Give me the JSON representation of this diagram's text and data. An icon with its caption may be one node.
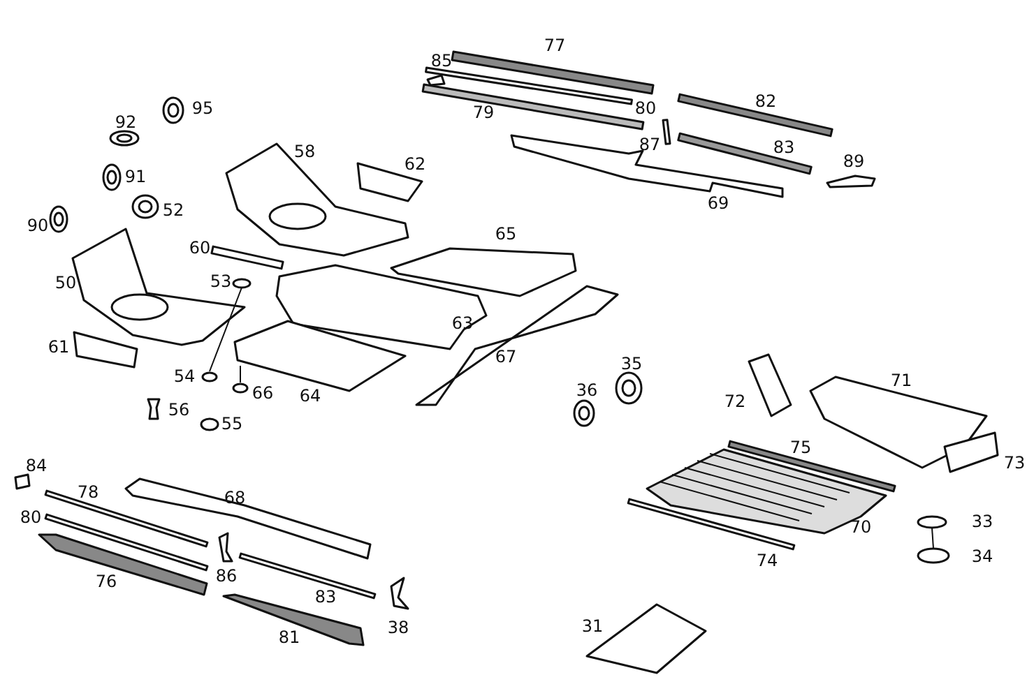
{
  "diagram": {
    "labels": [
      "77",
      "85",
      "80",
      "79",
      "82",
      "92",
      "95",
      "87",
      "83",
      "58",
      "62",
      "89",
      "91",
      "52",
      "69",
      "90",
      "60",
      "65",
      "50",
      "53",
      "63",
      "67",
      "61",
      "35",
      "71",
      "54",
      "66",
      "64",
      "72",
      "36",
      "56",
      "55",
      "75",
      "73",
      "84",
      "78",
      "68",
      "70",
      "80",
      "33",
      "86",
      "76",
      "83",
      "74",
      "38",
      "34",
      "81",
      "31"
    ]
  }
}
